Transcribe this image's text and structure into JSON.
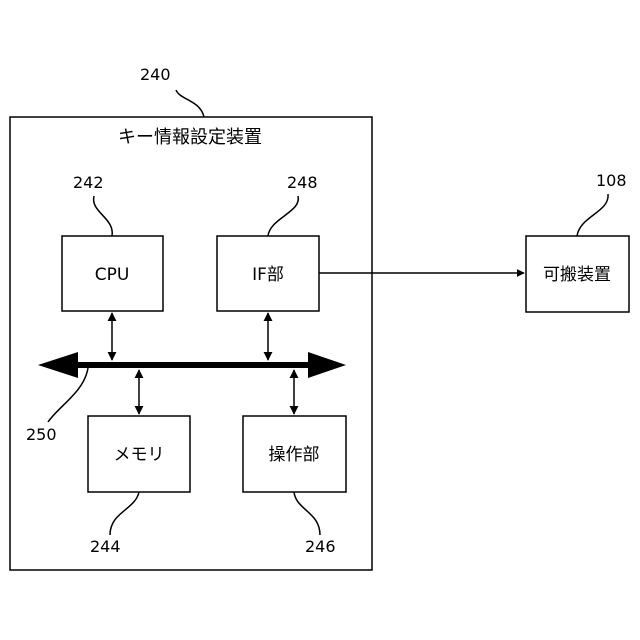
{
  "device": {
    "ref": "240",
    "title": "キー情報設定装置"
  },
  "cpu": {
    "ref": "242",
    "label": "CPU"
  },
  "if_unit": {
    "ref": "248",
    "label": "IF部"
  },
  "memory": {
    "ref": "244",
    "label": "メモリ"
  },
  "operation_unit": {
    "ref": "246",
    "label": "操作部"
  },
  "bus": {
    "ref": "250"
  },
  "portable_device": {
    "ref": "108",
    "label": "可搬装置"
  }
}
